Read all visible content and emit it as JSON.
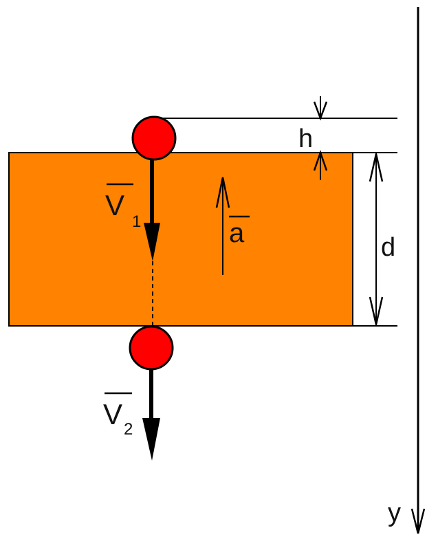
{
  "labels": {
    "v1": "V",
    "v1_sub": "1",
    "v2": "V",
    "v2_sub": "2",
    "a": "a",
    "h": "h",
    "d": "d",
    "y": "y"
  },
  "colors": {
    "slab": "#FF8200",
    "ball": "#FF0000",
    "ink": "#000000"
  }
}
